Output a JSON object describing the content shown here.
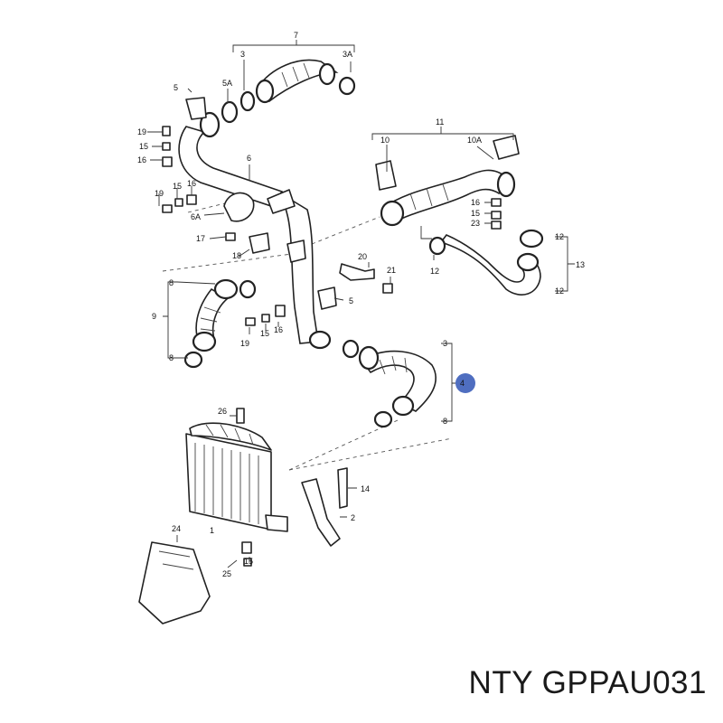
{
  "callouts": {
    "c7": "7",
    "c3_top": "3",
    "c3A": "3A",
    "c5_top": "5",
    "c5A": "5A",
    "c19_a": "19",
    "c15_a": "15",
    "c16_a": "16",
    "c6": "6",
    "c19_b": "19",
    "c15_b": "15",
    "c16_b": "16",
    "c6A": "6A",
    "c17": "17",
    "c18": "18",
    "c11": "11",
    "c10": "10",
    "c10A": "10A",
    "c16_c": "16",
    "c15_c": "15",
    "c23": "23",
    "c12_a": "12",
    "c12_b": "12",
    "c12_c": "12",
    "c13": "13",
    "c20": "20",
    "c21": "21",
    "c5_mid": "5",
    "c8_a": "8",
    "c9": "9",
    "c8_b": "8",
    "c19_c": "19",
    "c15_d": "15",
    "c16_d": "16",
    "c3_right": "3",
    "c4": "4",
    "c8_c": "8",
    "c26": "26",
    "c1": "1",
    "c14": "14",
    "c2": "2",
    "c24": "24",
    "c25": "25",
    "c15_e": "15"
  },
  "highlight_color": "#4f6ec0",
  "footer": {
    "brand": "NTY",
    "part_number": "GPPAU031"
  }
}
